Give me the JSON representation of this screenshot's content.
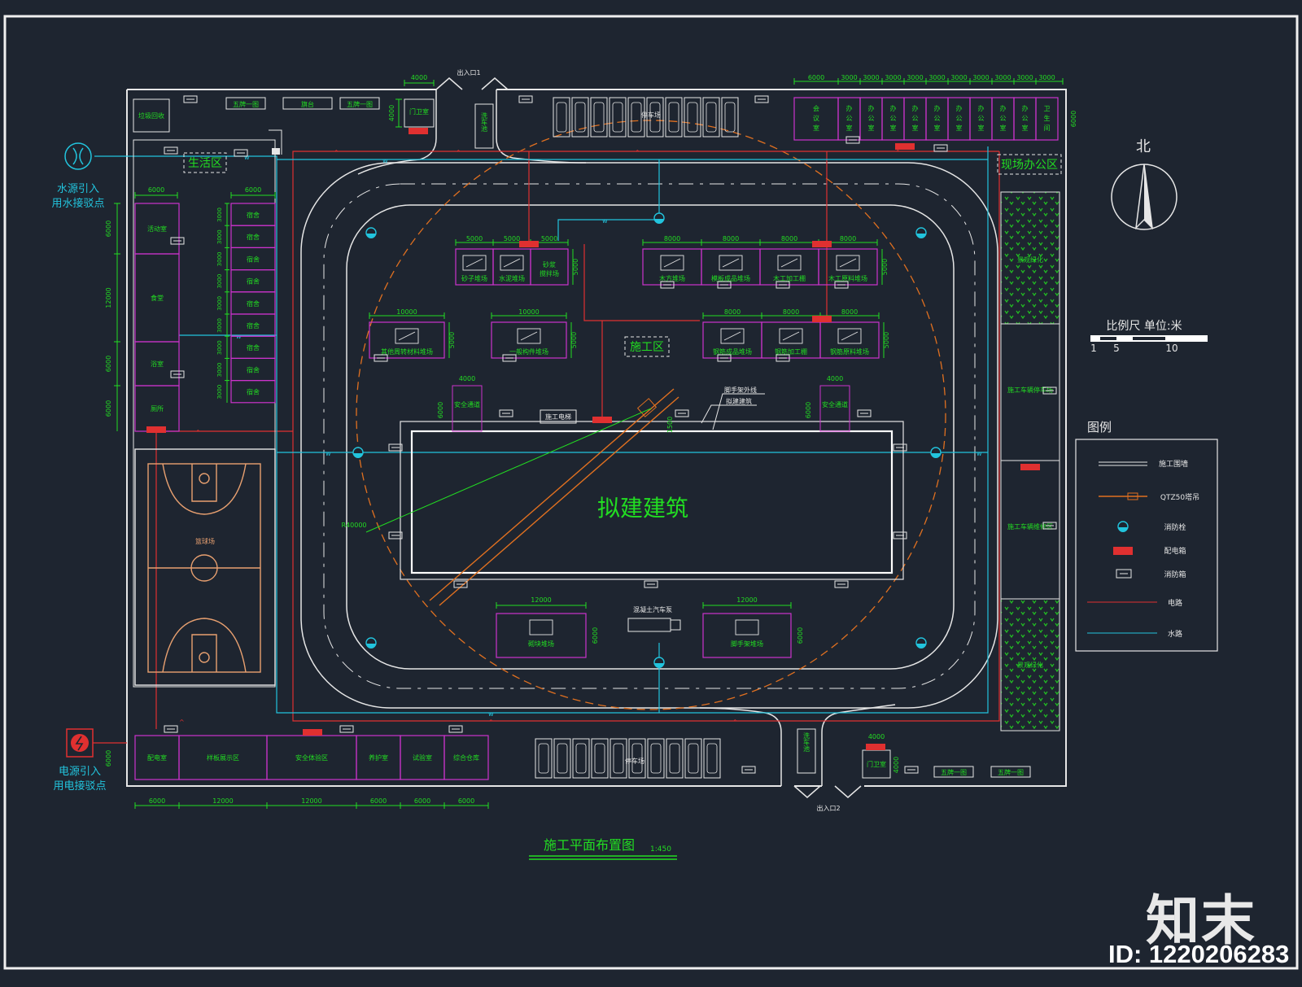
{
  "title": "施工平面布置图",
  "scale_text": "1:450",
  "main_building": "拟建建筑",
  "north": "北",
  "scale_bar": {
    "label": "比例尺 单位:米",
    "ticks": [
      "1",
      "5",
      "10"
    ]
  },
  "legend": {
    "title": "图例",
    "items": [
      "施工围墙",
      "QTZ50塔吊",
      "消防栓",
      "配电箱",
      "消防箱",
      "电路",
      "水路"
    ]
  },
  "zones": {
    "living": "生活区",
    "office": "现场办公区",
    "construction": "施工区"
  },
  "entrances": {
    "e1": "出入口1",
    "e2": "出入口2"
  },
  "water_source": [
    "水源引入",
    "用水接驳点"
  ],
  "power_source": [
    "电源引入",
    "用电接驳点"
  ],
  "gate_room": "门卫室",
  "wash": "洗车池",
  "top_labels": [
    "垃圾回收",
    "五牌一图",
    "旗台",
    "五牌一图"
  ],
  "bottom_signs": [
    "五牌一图",
    "五牌一图"
  ],
  "parking_label": "停车场",
  "office_dims": [
    "6000",
    "3000",
    "3000",
    "3000",
    "3000",
    "3000",
    "3000",
    "3000",
    "3000",
    "3000",
    "3000"
  ],
  "office_rooms": [
    "会议室",
    "办公室",
    "办公室",
    "办公室",
    "办公室",
    "办公室",
    "办公室",
    "办公室",
    "办公室",
    "办公室",
    "卫生间"
  ],
  "office_depth": "6000",
  "gate_width": "4000",
  "gate_depth": "4000",
  "left_col": {
    "width": "6000",
    "rooms": [
      "活动室",
      "食堂",
      "浴室",
      "厕所"
    ],
    "dims": [
      "6000",
      "12000",
      "6000",
      "6000"
    ]
  },
  "dorm": {
    "width": "6000",
    "rooms": [
      "宿舍",
      "宿舍",
      "宿舍",
      "宿舍",
      "宿舍",
      "宿舍",
      "宿舍",
      "宿舍",
      "宿舍"
    ],
    "dim": "3000"
  },
  "court": "篮球场",
  "bottom_row": {
    "rooms": [
      "配电室",
      "样板展示区",
      "安全体验区",
      "养护室",
      "试验室",
      "综合仓库"
    ],
    "dims": [
      "6000",
      "12000",
      "12000",
      "6000",
      "6000",
      "6000"
    ],
    "depth": "6000"
  },
  "yards": {
    "sand": {
      "dims": [
        "5000",
        "5000",
        "5000"
      ],
      "names": [
        "砂子堆场",
        "水泥堆场",
        "砂浆搅拌场"
      ],
      "depth": "5000"
    },
    "timber": {
      "dims": [
        "8000",
        "8000",
        "8000",
        "8000"
      ],
      "names": [
        "木方堆场",
        "模板成品堆场",
        "木工加工棚",
        "木工原料堆场"
      ],
      "depth": "5000"
    },
    "rebar": {
      "dims": [
        "8000",
        "8000",
        "8000"
      ],
      "names": [
        "钢筋成品堆场",
        "钢筋加工棚",
        "钢筋原料堆场"
      ],
      "depth": "5000"
    },
    "other": {
      "dim": "10000",
      "name": "其他周转材料堆场",
      "depth": "5000"
    },
    "general": {
      "dim": "10000",
      "name": "一般构件堆场",
      "depth": "5000"
    },
    "block": {
      "dim": "12000",
      "name": "砌块堆场",
      "depth": "6000"
    },
    "scaffold": {
      "dim": "12000",
      "name": "脚手架堆场",
      "depth": "6000"
    }
  },
  "safety_passage": {
    "name": "安全通道",
    "width": "4000",
    "depth": "6000"
  },
  "elevator": "施工电梯",
  "scaffold_line": "脚手架外线",
  "proposed_line": "拟建建筑",
  "offset_dim": "1500",
  "crane_radius": "R40000",
  "pump": "混凝土汽车泵",
  "right_side": [
    "景观绿化",
    "施工车辆停车场",
    "施工车辆维修区",
    "景观绿化"
  ],
  "watermark": "知末",
  "image_id": "ID: 1220206283",
  "colors": {
    "background": "#1e2530",
    "wall": "#e6e6e6",
    "dimension": "#22dd22",
    "room": "#cc33cc",
    "electric": "#e03030",
    "water": "#22c4dd",
    "crane": "#e07020",
    "hedge": "#11aa11",
    "label": "#22dd22"
  }
}
